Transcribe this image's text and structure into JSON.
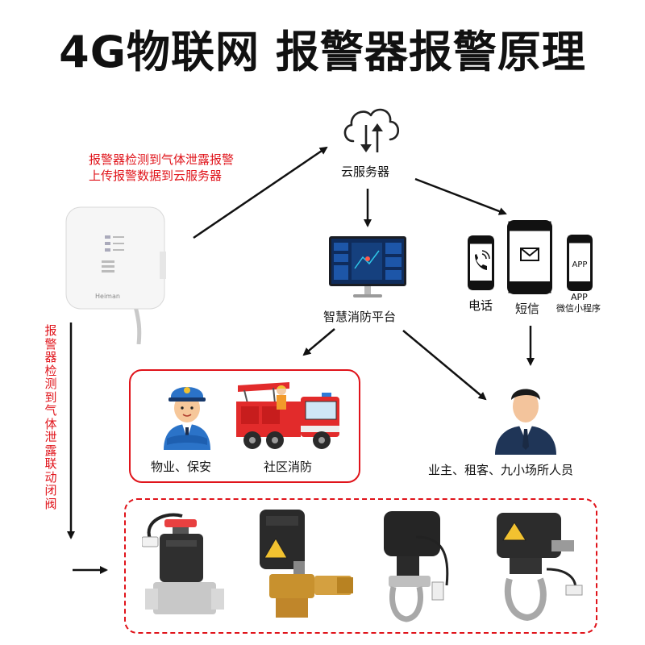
{
  "title": "4G物联网  报警器报警原理",
  "detector": {
    "brand": "Heiman"
  },
  "notes": {
    "upload_line1": "报警器检测到气体泄露报警",
    "upload_line2": "上传报警数据到云服务器",
    "linkage": "报警器检测到气体泄露 联动闭阀"
  },
  "nodes": {
    "cloud": "云服务器",
    "platform": "智慧消防平台",
    "phone_call": "电话",
    "phone_sms": "短信",
    "phone_app_badge": "APP",
    "phone_app_caption1": "APP",
    "phone_app_caption2": "微信小程序",
    "property": "物业、保安",
    "fire": "社区消防",
    "owner": "业主、租客、九小场所人员"
  },
  "colors": {
    "accent": "#e0141b",
    "text": "#111111",
    "arrow": "#111111"
  },
  "icons": [
    "cloud-up-down-icon",
    "monitor-dashboard-icon",
    "phone-call-icon",
    "phone-sms-icon",
    "phone-app-icon",
    "security-guard-icon",
    "fire-truck-icon",
    "person-suit-icon"
  ]
}
